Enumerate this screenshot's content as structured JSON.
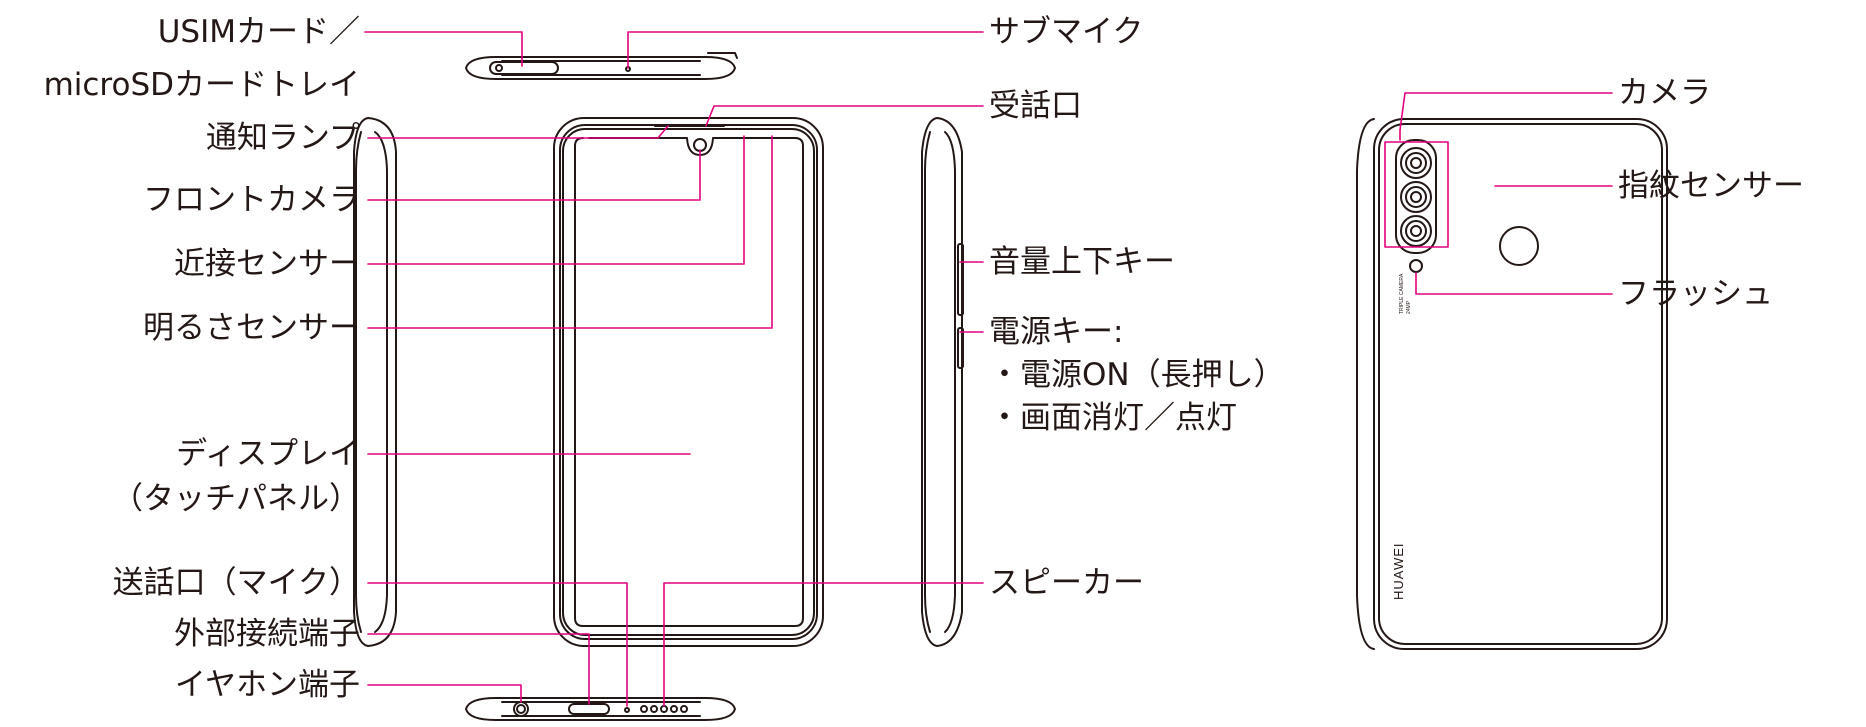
{
  "labels_left": [
    {
      "id": "usim-slot",
      "text": "USIMカード／"
    },
    {
      "id": "usim-slot-2",
      "text": "microSDカードトレイ"
    },
    {
      "id": "notification-lamp",
      "text": "通知ランプ"
    },
    {
      "id": "front-camera",
      "text": "フロントカメラ"
    },
    {
      "id": "proximity-sensor",
      "text": "近接センサー"
    },
    {
      "id": "light-sensor",
      "text": "明るさセンサー"
    },
    {
      "id": "display",
      "text": "ディスプレイ"
    },
    {
      "id": "display-2",
      "text": "（タッチパネル）"
    },
    {
      "id": "mouthpiece",
      "text": "送話口（マイク）"
    },
    {
      "id": "external-port",
      "text": "外部接続端子"
    },
    {
      "id": "earphone-jack",
      "text": "イヤホン端子"
    }
  ],
  "labels_right": [
    {
      "id": "sub-mic",
      "text": "サブマイク"
    },
    {
      "id": "earpiece",
      "text": "受話口"
    },
    {
      "id": "volume-key",
      "text": "音量上下キー"
    },
    {
      "id": "power-key",
      "text": "電源キー:"
    },
    {
      "id": "power-key-2",
      "text": "・電源ON（長押し）"
    },
    {
      "id": "power-key-3",
      "text": "・画面消灯／点灯"
    },
    {
      "id": "speaker",
      "text": "スピーカー"
    }
  ],
  "labels_back": [
    {
      "id": "camera",
      "text": "カメラ"
    },
    {
      "id": "fingerprint-sensor",
      "text": "指紋センサー"
    },
    {
      "id": "flash",
      "text": "フラッシュ"
    }
  ],
  "back_text": {
    "brand": "HUAWEI",
    "camera_mark_1": "TRIPLE CAMERA",
    "camera_mark_2": "24MP"
  },
  "colors": {
    "leader": "#e2007f",
    "outline": "#231815",
    "text": "#231815"
  }
}
